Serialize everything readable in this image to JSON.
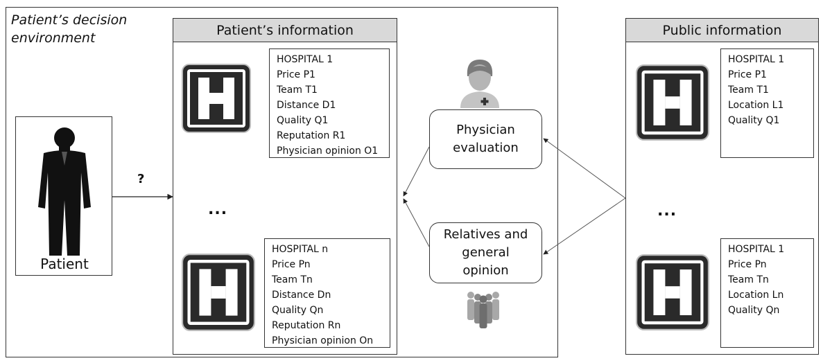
{
  "environment_label": "Patient’s decision environment",
  "patient_label": "Patient",
  "question_mark": "?",
  "patient_info": {
    "title": "Patient’s information",
    "hospital_1": [
      "HOSPITAL 1",
      "Price P1",
      "Team T1",
      "Distance D1",
      "Quality Q1",
      "Reputation R1",
      "Physician opinion O1"
    ],
    "hospital_n": [
      "HOSPITAL n",
      "Price Pn",
      "Team Tn",
      "Distance Dn",
      "Quality Qn",
      "Reputation Rn",
      "Physician opinion On"
    ],
    "ellipsis": "..."
  },
  "physician_evaluation": "Physician evaluation",
  "relatives_opinion": "Relatives and general opinion",
  "public_info": {
    "title": "Public information",
    "hospital_1": [
      "HOSPITAL 1",
      "Price P1",
      "Team T1",
      "Location L1",
      "Quality Q1"
    ],
    "hospital_n": [
      "HOSPITAL 1",
      "Price Pn",
      "Team Tn",
      "Location Ln",
      "Quality Qn"
    ],
    "ellipsis": "..."
  },
  "icons": {
    "hospital": "hospital-sign-icon",
    "patient": "patient-silhouette-icon",
    "doctor": "physician-icon",
    "crowd": "crowd-icon"
  },
  "colors": {
    "sign_dark": "#2a2a2a",
    "title_bar": "#d9d9d9",
    "icon_gray": "#8a8a8a"
  }
}
